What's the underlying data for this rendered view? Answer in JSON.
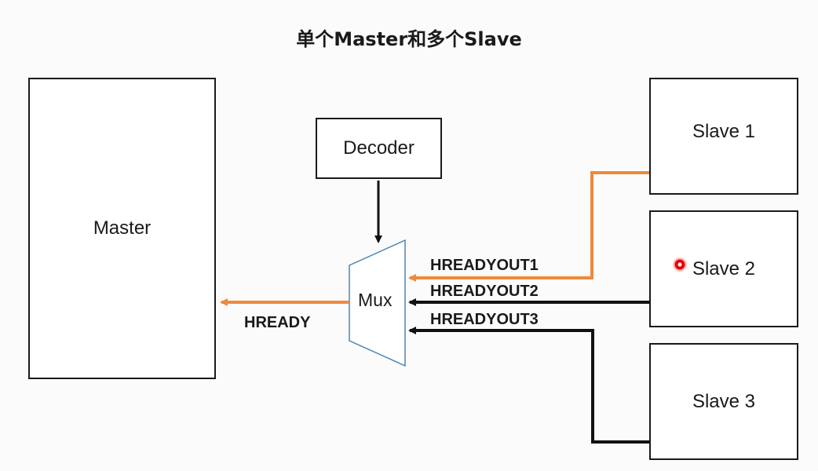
{
  "title": "单个Master和多个Slave",
  "blocks": {
    "master": "Master",
    "decoder": "Decoder",
    "mux": "Mux",
    "slave1": "Slave 1",
    "slave2": "Slave 2",
    "slave3": "Slave 3"
  },
  "signals": {
    "hready": "HREADY",
    "hreadyout1": "HREADYOUT1",
    "hreadyout2": "HREADYOUT2",
    "hreadyout3": "HREADYOUT3"
  },
  "colors": {
    "highlight_path": "#ee8a3c",
    "normal_path": "#111111",
    "outline": "#1a1a1a",
    "mux_outline": "#4a86b4",
    "cursor": "#e60000"
  },
  "icons": {
    "cursor": "red-dot-pointer-icon"
  }
}
